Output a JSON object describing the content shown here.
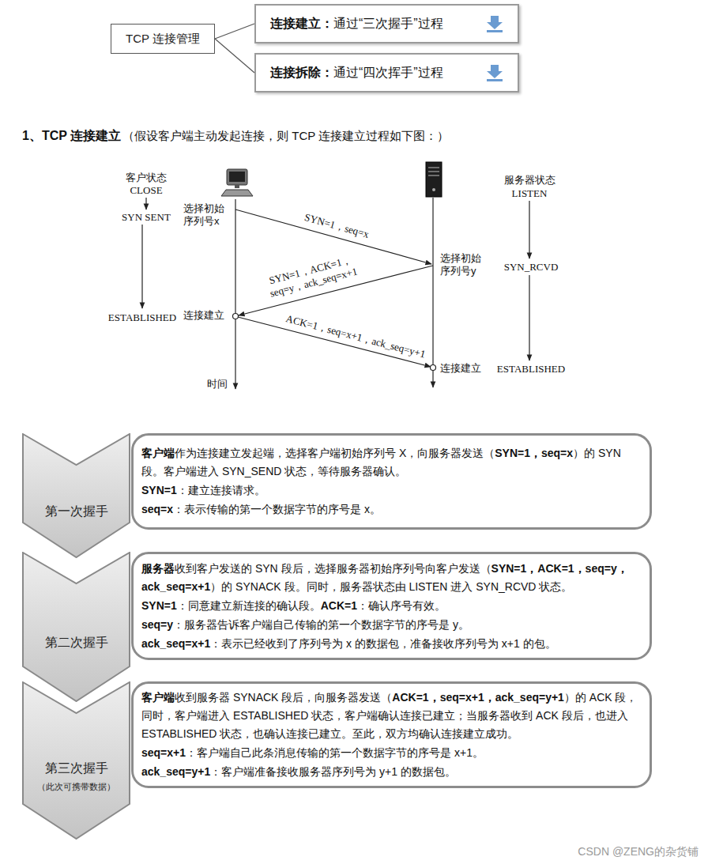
{
  "diagram": {
    "title": "1、TCP 连接建立",
    "nodes": [
      {
        "text": [
          "TCP 连接管理"
        ]
      },
      {
        "text": [
          "连接建立：",
          "通过“三次握手”过程"
        ]
      },
      {
        "text": [
          "连接拆除：",
          "通过“四次挥手”过程"
        ]
      },
      {
        "text": [
          "第一次握手"
        ]
      },
      {
        "text": [
          "客户端",
          "作为连接建立发起端，选择客户端初始序列号 X，向服务器发送（",
          "SYN=1，seq=x",
          "）的 SYN 段。客户端进入 SYN_SEND 状态，等待服务器确认。",
          "SYN=1",
          "：建立连接请求。",
          "seq=x",
          "：表示传输的第一个数据字节的序号是 x。"
        ]
      },
      {
        "text": [
          "第二次握手"
        ]
      },
      {
        "text": [
          "服务器",
          "收到客户发送的 SYN 段后，选择服务器初始序列号向客户发送（",
          "SYN=1，ACK=1，seq=y，ack_seq=x+1",
          "）的 SYNACK 段。同时，服务器状态由 LISTEN 进入 SYN_RCVD 状态。",
          "SYN=1",
          "：同意建立新连接的确认段。",
          "ACK=1",
          "：确认序号有效。",
          "seq=y",
          "：服务器告诉客户端自己传输的第一个数据字节的序号是 y。",
          "ack_seq=x+1",
          "：表示已经收到了序列号为 x 的数据包，准备接收序列号为 x+1 的包。"
        ]
      },
      {
        "text": [
          "第三次握手",
          "（此次可携带数据）"
        ]
      },
      {
        "text": [
          "客户端",
          "收到服务器 SYNACK 段后，向服务器发送（",
          "ACK=1，seq=x+1，ack_seq=y+1",
          "）的 ACK 段，同时，客户端进入 ESTABLISHED 状态，客户端确认连接已建立；当服务器收到 ACK 段后，也进入 ESTABLISHED 状态，也确认连接已建立。至此，双方均确认连接建立成功。",
          "seq=x+1",
          "：客户端自己此条消息传输的第一个数据字节的序号是 x+1。",
          "ack_seq=y+1",
          "：客户端准备接收服务器序列号为 y+1 的数据包。"
        ]
      }
    ],
    "edges": [
      {
        "from": 0,
        "to": 1,
        "arrow": "none"
      },
      {
        "from": 0,
        "to": 2,
        "arrow": "none"
      }
    ],
    "labels": [
      "（假设客户端主动发起连接，则 TCP 连接建立过程如下图：）",
      "客户状态",
      "CLOSE",
      "SYN SENT",
      "ESTABLISHED",
      "选择初始序列号x",
      "连接建立",
      "时间",
      "服务器状态",
      "LISTEN",
      "SYN_RCVD",
      "ESTABLISHED",
      "选择初始序列号y",
      "连接建立",
      "SYN=1，seq=x",
      "SYN=1，ACK=1，seq=y，ack_seq=x+1",
      "ACK=1，seq=x+1，ack_seq=y+1",
      "CSDN @ZENG的杂货铺"
    ]
  }
}
